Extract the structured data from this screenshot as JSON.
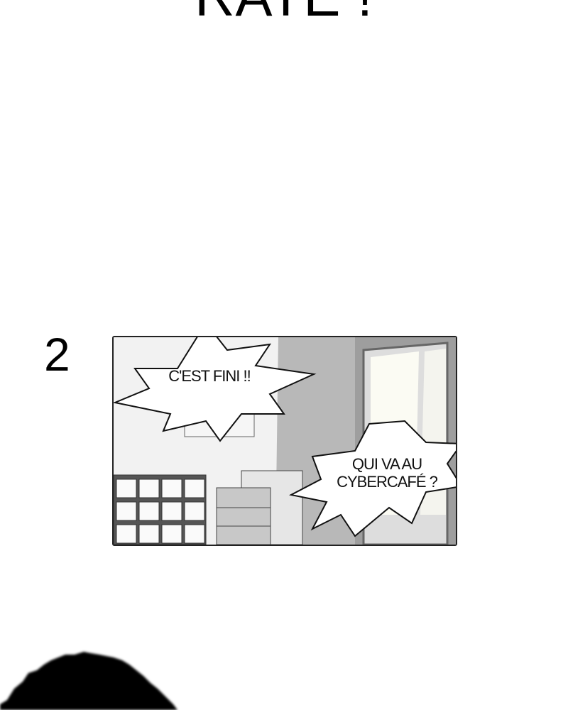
{
  "page": {
    "title_text": "RATÉ !",
    "panel_number": "2",
    "bubbles": [
      {
        "text": "C'EST FINI !!"
      },
      {
        "text_line1": "QUI VA AU",
        "text_line2": "CYBERCAFÉ ?"
      }
    ]
  }
}
